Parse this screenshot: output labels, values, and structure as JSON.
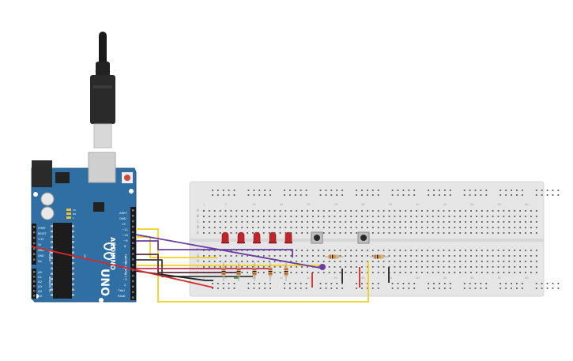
{
  "arduino": {
    "brand": "ARDUINO",
    "model": "UNO",
    "label_uno": "UNO",
    "top_labels": [
      "AREF",
      "GND",
      "13",
      "~11",
      "~10",
      "~9",
      "8"
    ],
    "bottom_labels": [
      "7",
      "~6",
      "~5",
      "4",
      "~3",
      "2",
      "TX▸1",
      "RX◂0"
    ],
    "digital_label": "DIGITAL (PWM~)",
    "power_labels": [
      "IOREF",
      "RESET",
      "3.3V",
      "5V",
      "GND",
      "GND",
      "Vin"
    ],
    "power_title": "POWER",
    "analog_labels": [
      "A0",
      "A1",
      "A2",
      "A3",
      "A4",
      "A5"
    ],
    "analog_title": "ANALOG IN",
    "led_labels": [
      "TX",
      "RX",
      "L"
    ],
    "on_label": "ON"
  },
  "breadboard": {
    "row_letters_top": [
      "A",
      "B",
      "C",
      "D",
      "E"
    ],
    "row_letters_bottom": [
      "F",
      "G",
      "H",
      "I",
      "J"
    ],
    "column_numbers": [
      "1",
      "5",
      "10",
      "15",
      "20",
      "25",
      "30",
      "35",
      "40",
      "45",
      "50",
      "55",
      "60"
    ]
  },
  "components": {
    "led_color": "#c0252b",
    "led_count": 5,
    "button_count": 2,
    "resistor_count": 7
  },
  "colors": {
    "board_blue": "#2f6fa3",
    "breadboard": "#e6e6e6",
    "wire_yellow": "#f0d020",
    "wire_purple": "#6a3da0",
    "wire_red": "#d22a2a",
    "wire_black": "#222222",
    "wire_green": "#3aa84a"
  }
}
